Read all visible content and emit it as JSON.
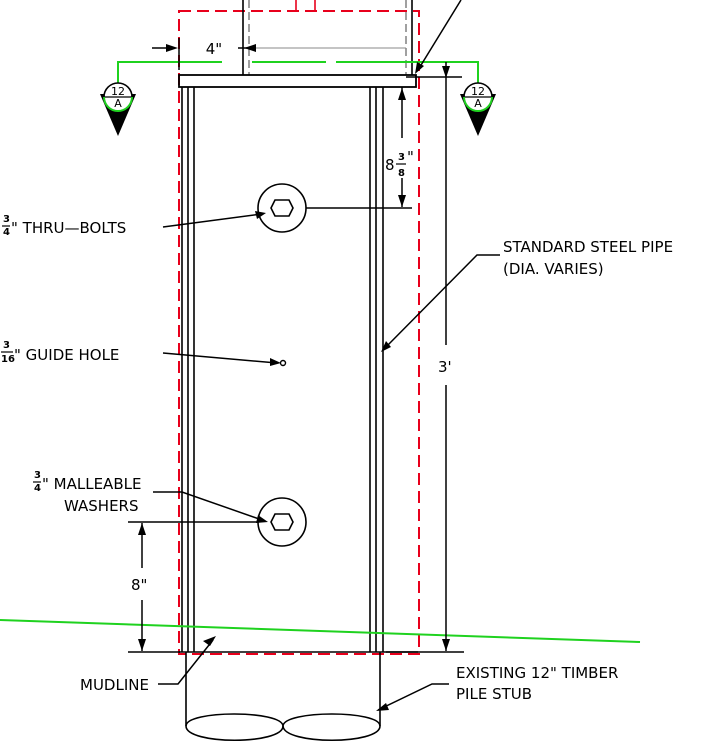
{
  "dimensions": {
    "top_offset": "4\"",
    "bolt_from_top": "8",
    "bolt_from_top_frac_num": "3",
    "bolt_from_top_frac_den": "8",
    "bolt_from_top_inch": "\"",
    "pipe_length": "3'",
    "bolt_from_bottom": "8\""
  },
  "section_markers": [
    {
      "number": "12",
      "letter": "A"
    },
    {
      "number": "12",
      "letter": "A"
    }
  ],
  "labels": {
    "thru_bolts": {
      "frac_num": "3",
      "frac_den": "4",
      "text": "\" THRU—BOLTS"
    },
    "guide_hole": {
      "frac_num": "3",
      "frac_den": "16",
      "text": "\" GUIDE HOLE"
    },
    "washers": {
      "frac_num": "3",
      "frac_den": "4",
      "line1": "\" MALLEABLE",
      "line2": "WASHERS"
    },
    "steel_pipe": {
      "line1": "STANDARD STEEL PIPE",
      "line2": "(DIA. VARIES)"
    },
    "timber_pile": {
      "line1": "EXISTING 12\" TIMBER",
      "line2": "PILE STUB"
    },
    "mudline": "MUDLINE"
  },
  "colors": {
    "line": "#000000",
    "hidden_red": "#e8001c",
    "section_green": "#1fd21f"
  }
}
